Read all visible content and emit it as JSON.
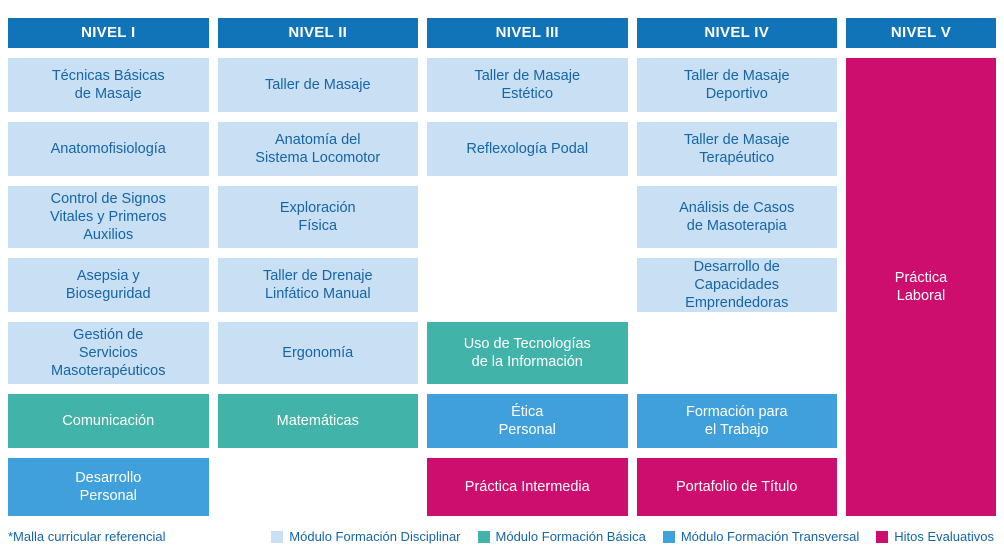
{
  "page": {
    "note": "*Malla curricular referencial"
  },
  "colors": {
    "header": "#1173B8",
    "disciplinar": "#C9DFF3",
    "basica": "#41B3A9",
    "transversal": "#3FA0DC",
    "hitos": "#CD0E6E",
    "text_dark": "#1565A8"
  },
  "columns": [
    {
      "header": "NIVEL I",
      "cells": [
        {
          "label": "Técnicas Básicas\nde Masaje",
          "type": "disciplinar"
        },
        {
          "label": "Anatomofisiología",
          "type": "disciplinar"
        },
        {
          "label": "Control de Signos\nVitales y Primeros\nAuxilios",
          "type": "disciplinar"
        },
        {
          "label": "Asepsia y\nBioseguridad",
          "type": "disciplinar"
        },
        {
          "label": "Gestión de\nServicios\nMasoterapéuticos",
          "type": "disciplinar"
        },
        {
          "label": "Comunicación",
          "type": "basica"
        },
        {
          "label": "Desarrollo\nPersonal",
          "type": "transversal"
        }
      ]
    },
    {
      "header": "NIVEL II",
      "cells": [
        {
          "label": "Taller de Masaje",
          "type": "disciplinar"
        },
        {
          "label": "Anatomía del\nSistema Locomotor",
          "type": "disciplinar"
        },
        {
          "label": "Exploración\nFísica",
          "type": "disciplinar"
        },
        {
          "label": "Taller de Drenaje\nLinfático Manual",
          "type": "disciplinar"
        },
        {
          "label": "Ergonomía",
          "type": "disciplinar"
        },
        {
          "label": "Matemáticas",
          "type": "basica"
        }
      ]
    },
    {
      "header": "NIVEL III",
      "cells": [
        {
          "label": "Taller de Masaje\nEstético",
          "type": "disciplinar"
        },
        {
          "label": "Reflexología Podal",
          "type": "disciplinar"
        },
        {
          "label": "Uso de Tecnologías\nde la Información",
          "type": "basica"
        },
        {
          "label": "Ética\nPersonal",
          "type": "transversal"
        },
        {
          "label": "Práctica Intermedia",
          "type": "hitos"
        }
      ]
    },
    {
      "header": "NIVEL IV",
      "cells": [
        {
          "label": "Taller de Masaje\nDeportivo",
          "type": "disciplinar"
        },
        {
          "label": "Taller de Masaje\nTerapéutico",
          "type": "disciplinar"
        },
        {
          "label": "Análisis de Casos\nde Masoterapia",
          "type": "disciplinar"
        },
        {
          "label": "Desarrollo de\nCapacidades\nEmprendedoras",
          "type": "disciplinar"
        },
        {
          "label": "Formación para\nel Trabajo",
          "type": "transversal"
        },
        {
          "label": "Portafolio de Título",
          "type": "hitos"
        }
      ]
    },
    {
      "header": "NIVEL V",
      "cells": [
        {
          "label": "Práctica\nLaboral",
          "type": "hitos"
        }
      ]
    }
  ],
  "legend": [
    {
      "label": "Módulo Formación Disciplinar",
      "type": "disciplinar"
    },
    {
      "label": "Módulo Formación Básica",
      "type": "basica"
    },
    {
      "label": "Módulo Formación Transversal",
      "type": "transversal"
    },
    {
      "label": "Hitos Evaluativos",
      "type": "hitos"
    }
  ]
}
